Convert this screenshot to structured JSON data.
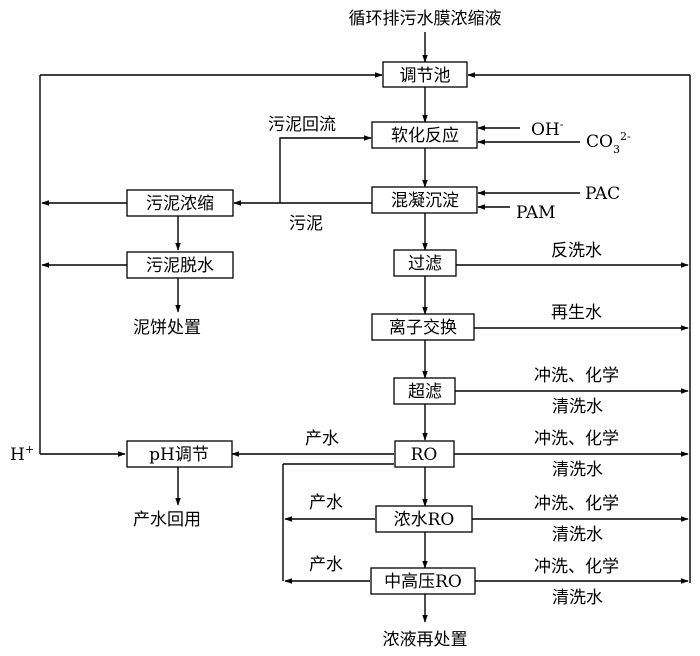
{
  "title": "循环排污水膜浓缩液",
  "nodes": {
    "tiaojiechi": "调节池",
    "ruanhua": "软化反应",
    "hunning": "混凝沉淀",
    "guolv": "过滤",
    "lizi": "离子交换",
    "chaolv": "超滤",
    "ro": "RO",
    "nongshui_ro": "浓水RO",
    "zhonggaoya_ro": "中高压RO",
    "wuni_nongsuo": "污泥浓缩",
    "wuni_tuoshui": "污泥脱水",
    "ph_tiaojie": "pH调节"
  },
  "labels": {
    "oh": "OH",
    "oh_sup": "-",
    "co3": "CO",
    "co3_sub": "3",
    "co3_sup": "2-",
    "pac": "PAC",
    "pam": "PAM",
    "wuni_huiliu": "污泥回流",
    "wuni": "污泥",
    "nibing": "泥饼处置",
    "fanxishui": "反洗水",
    "zaishengshui": "再生水",
    "chongxi_1": "冲洗、化学",
    "qingxi_1": "清洗水",
    "chongxi_2": "冲洗、化学",
    "qingxi_2": "清洗水",
    "chongxi_3": "冲洗、化学",
    "qingxi_3": "清洗水",
    "chongxi_4": "冲洗、化学",
    "qingxi_4": "清洗水",
    "h": "H",
    "h_sup": "+",
    "chanshui_1": "产水",
    "chanshui_2": "产水",
    "chanshui_3": "产水",
    "chanshui_huiyong": "产水回用",
    "nongye": "浓液再处置"
  }
}
